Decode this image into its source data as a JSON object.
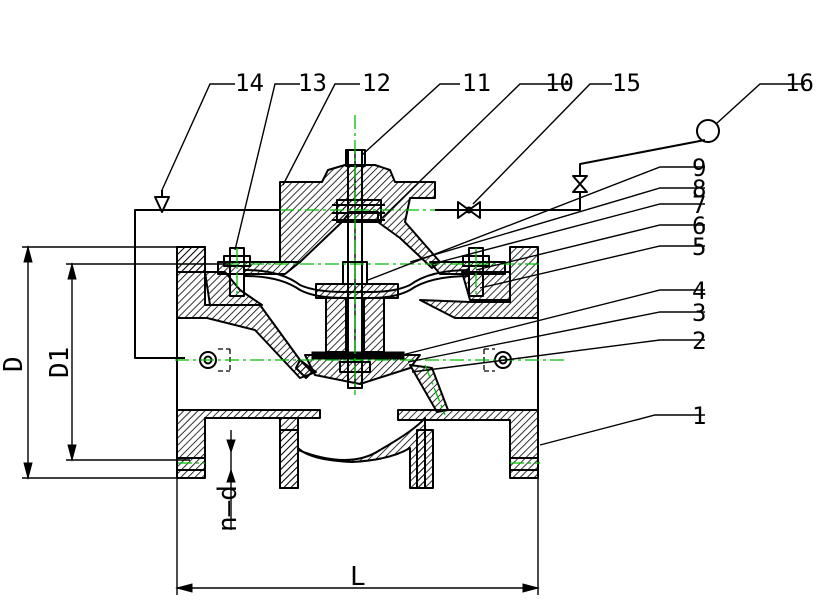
{
  "parts": [
    "1",
    "2",
    "3",
    "4",
    "5",
    "6",
    "7",
    "8",
    "9",
    "10",
    "11",
    "12",
    "13",
    "14",
    "15",
    "16"
  ],
  "dimensions": {
    "D": "D",
    "D1": "D1",
    "L": "L",
    "nd": "n—d"
  },
  "colors": {
    "line": "#000000",
    "centerline": "#00c000",
    "hatch": "#000000"
  }
}
